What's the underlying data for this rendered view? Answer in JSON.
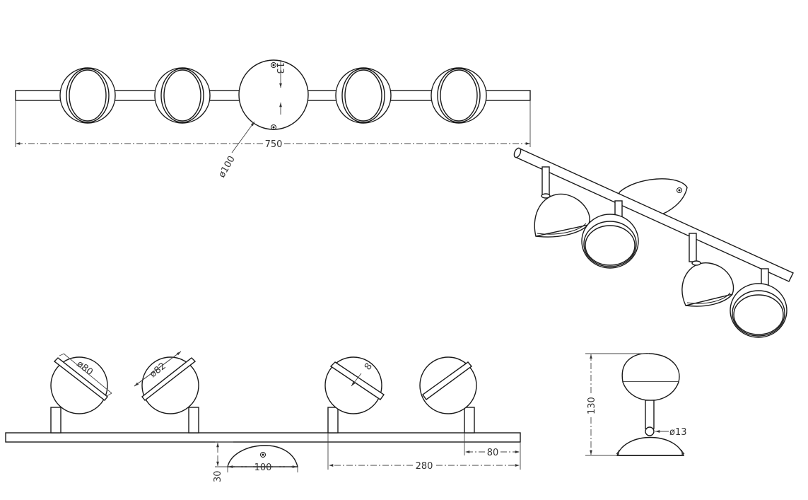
{
  "dimensions": {
    "total_length": "750",
    "canopy_diameter_top": "ø100",
    "canopy_screw_offset": "13",
    "shade_diameter": "ø80",
    "rim_diameter": "ø82",
    "rim_depth": "8",
    "canopy_height": "30",
    "canopy_width": "100",
    "spot_spacing": "280",
    "end_spacing": "80",
    "fixture_height": "130",
    "arm_diameter": "ø13"
  },
  "colors": {
    "line": "#1a1a1a",
    "dimension": "#444444",
    "background": "#ffffff"
  }
}
